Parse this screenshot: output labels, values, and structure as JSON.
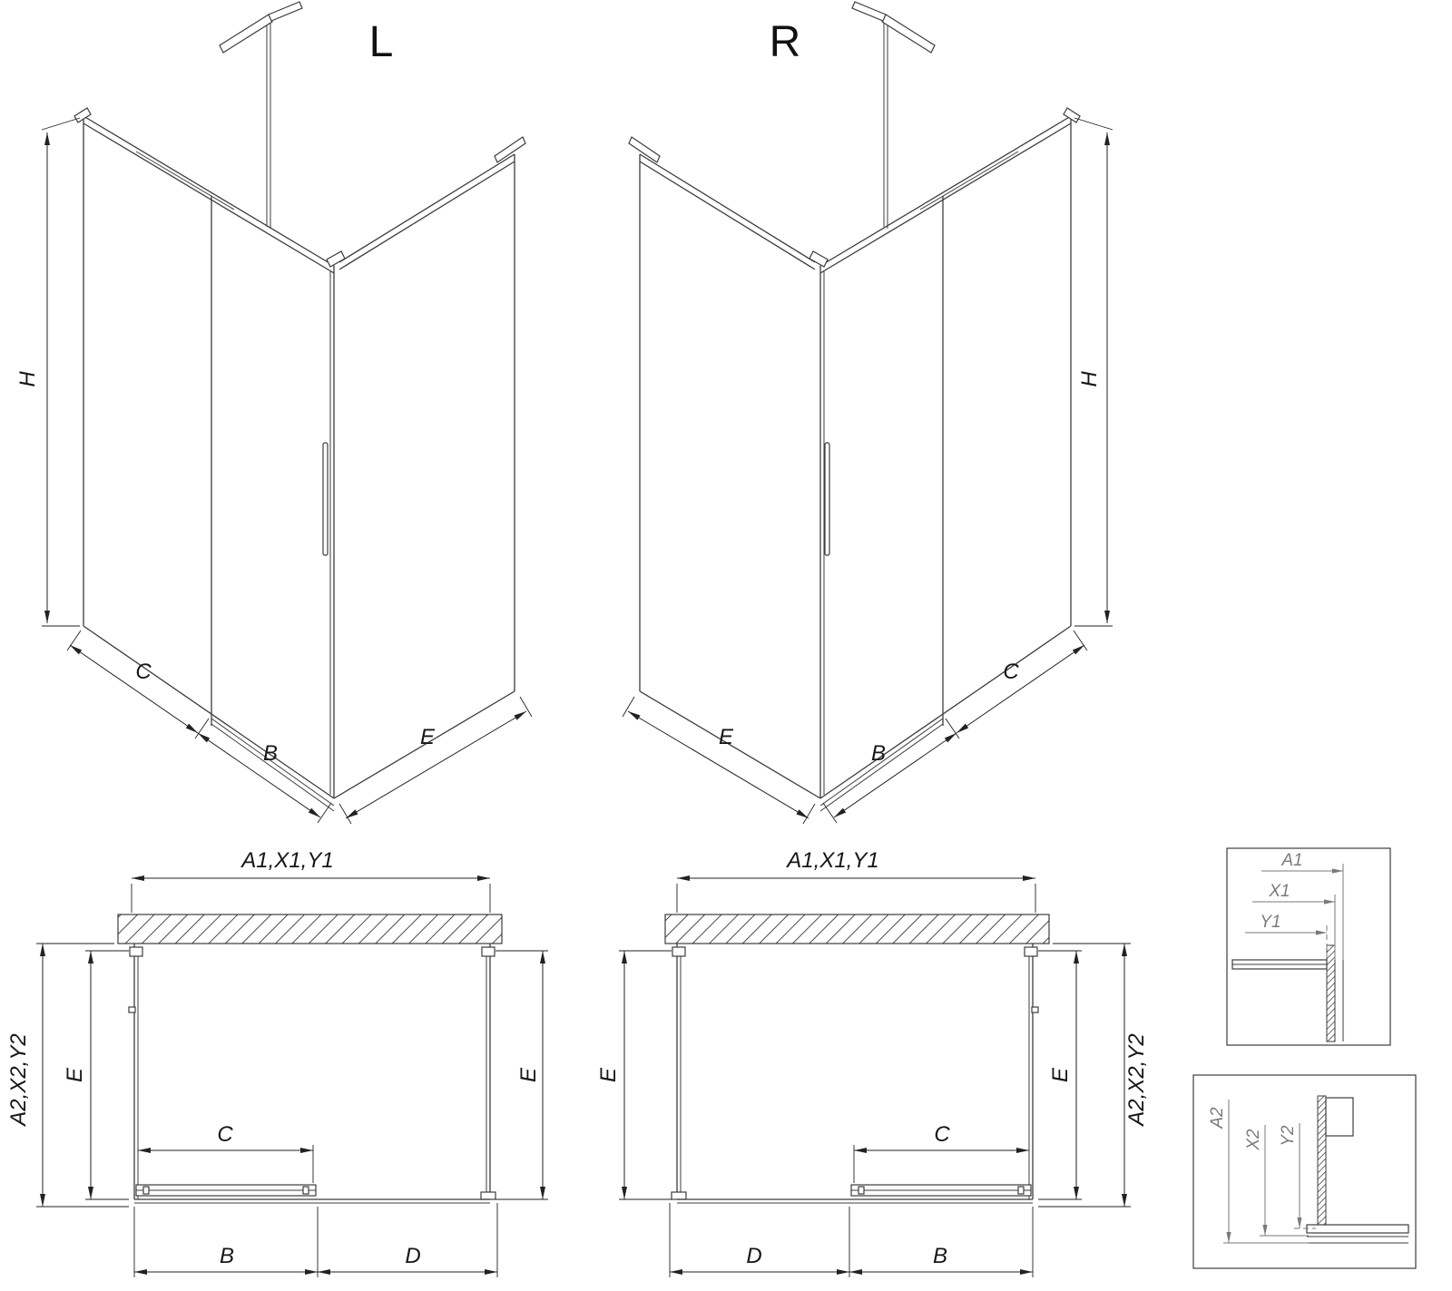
{
  "drawing": {
    "iso_left": {
      "title": "L",
      "dim_h": "H",
      "dim_c": "C",
      "dim_b": "B",
      "dim_e": "E"
    },
    "iso_right": {
      "title": "R",
      "dim_h": "H",
      "dim_c": "C",
      "dim_b": "B",
      "dim_e": "E"
    },
    "plan_left": {
      "dim_top": "A1,X1,Y1",
      "dim_side_outer": "A2,X2,Y2",
      "dim_e_left": "E",
      "dim_e_right": "E",
      "dim_c": "C",
      "dim_b": "B",
      "dim_d": "D"
    },
    "plan_right": {
      "dim_top": "A1,X1,Y1",
      "dim_side_outer": "A2,X2,Y2",
      "dim_e_left": "E",
      "dim_e_right": "E",
      "dim_c": "C",
      "dim_b": "B",
      "dim_d": "D"
    },
    "detail_top": {
      "dim_a1": "A1",
      "dim_x1": "X1",
      "dim_y1": "Y1"
    },
    "detail_bottom": {
      "dim_a2": "A2",
      "dim_x2": "X2",
      "dim_y2": "Y2"
    }
  },
  "colors": {
    "line": "#3c3c3c",
    "dimension": "#222222",
    "detail": "#7a7a7a",
    "background": "#ffffff"
  }
}
